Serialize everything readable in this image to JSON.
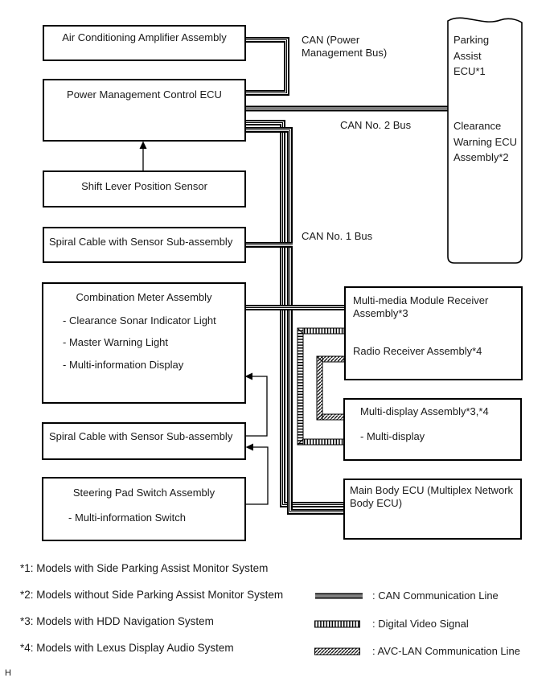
{
  "diagram": {
    "boxes": {
      "ac_amp": "Air Conditioning Amplifier Assembly",
      "pmc": "Power Management Control ECU",
      "shift_lever": "Shift Lever Position Sensor",
      "spiral_cable_1": "Spiral Cable with Sensor Sub-assembly",
      "combination_meter": {
        "title": "Combination Meter Assembly",
        "items": [
          "- Clearance Sonar Indicator Light",
          "- Master Warning Light",
          "- Multi-information Display"
        ]
      },
      "spiral_cable_2": "Spiral Cable with Sensor Sub-assembly",
      "steering_pad": {
        "title": "Steering Pad Switch Assembly",
        "items": [
          "- Multi-information Switch"
        ]
      },
      "parking_assist": {
        "top": "Parking Assist ECU*1",
        "bottom": "Clearance Warning ECU Assembly*2"
      },
      "multimedia": {
        "title": "Multi-media Module Receiver Assembly*3",
        "subtitle": "Radio Receiver Assembly*4"
      },
      "multidisplay": {
        "title": "Multi-display Assembly*3,*4",
        "items": [
          "- Multi-display"
        ]
      },
      "main_body": "Main Body ECU (Multiplex Network Body ECU)"
    },
    "bus_labels": {
      "power_mgmt": "CAN (Power Management Bus)",
      "can2": "CAN No. 2 Bus",
      "can1": "CAN No. 1 Bus"
    },
    "footnotes": [
      "*1: Models with Side Parking Assist Monitor System",
      "*2: Models without Side Parking Assist Monitor System",
      "*3: Models with HDD Navigation System",
      "*4: Models with Lexus Display Audio System"
    ],
    "legend": [
      {
        "symbol": "can-line",
        "label": ": CAN Communication Line"
      },
      {
        "symbol": "digital-video",
        "label": ": Digital Video Signal"
      },
      {
        "symbol": "avc-lan",
        "label": ": AVC-LAN Communication Line"
      }
    ],
    "page_mark": "H",
    "colors": {
      "line": "#000000",
      "background": "#ffffff"
    }
  }
}
